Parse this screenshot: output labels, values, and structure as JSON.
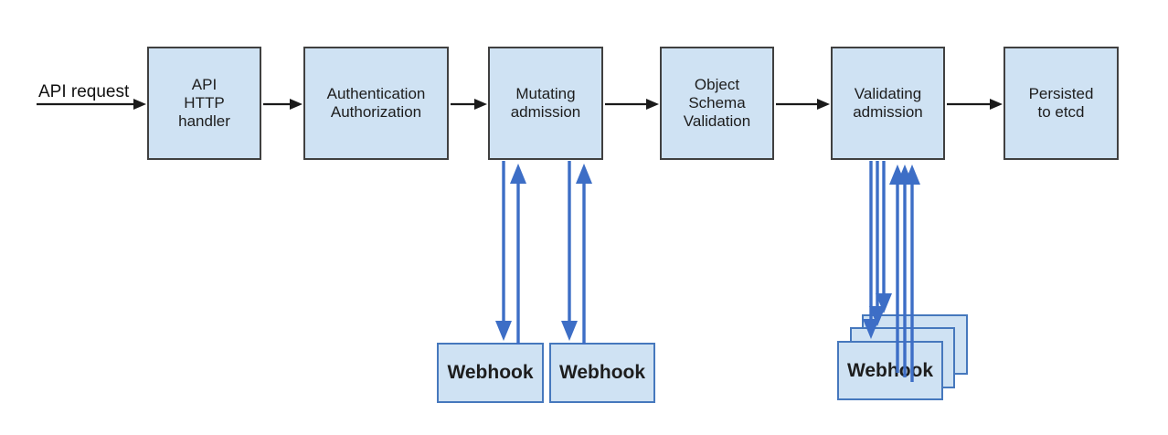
{
  "diagram": {
    "type": "flowchart",
    "request_label": "API request",
    "pipeline": [
      {
        "label": "API\nHTTP\nhandler"
      },
      {
        "label": "Authentication\nAuthorization"
      },
      {
        "label": "Mutating\nadmission"
      },
      {
        "label": "Object\nSchema\nValidation"
      },
      {
        "label": "Validating\nadmission"
      },
      {
        "label": "Persisted\nto etcd"
      }
    ],
    "mutating_webhooks": [
      {
        "label": "Webhook"
      },
      {
        "label": "Webhook"
      }
    ],
    "validating_webhooks": {
      "front_label": "Webhook",
      "stacked_count": 3
    },
    "colors": {
      "node_fill": "#cfe2f3",
      "node_border": "#404040",
      "webhook_border": "#4678bd",
      "flow_arrow": "#1a1a1a",
      "webhook_arrow": "#3d6ec6"
    }
  }
}
